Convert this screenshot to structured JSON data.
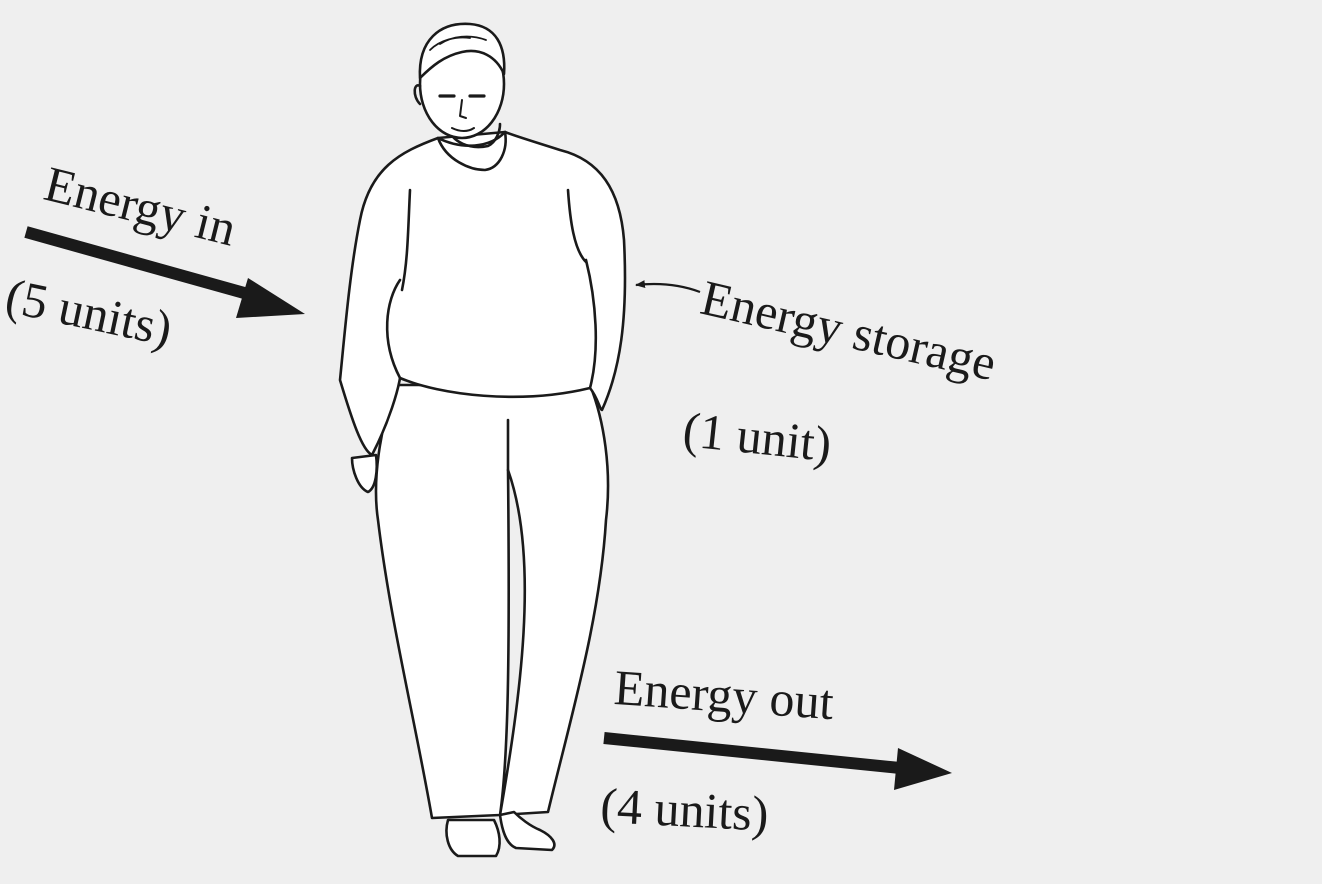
{
  "labels": {
    "energy_in": "Energy in",
    "energy_in_units": "(5 units)",
    "energy_storage": "Energy storage",
    "energy_storage_units": "(1 unit)",
    "energy_out": "Energy out",
    "energy_out_units": "(4 units)"
  },
  "colors": {
    "background": "#efefef",
    "ink": "#1a1a1a"
  }
}
